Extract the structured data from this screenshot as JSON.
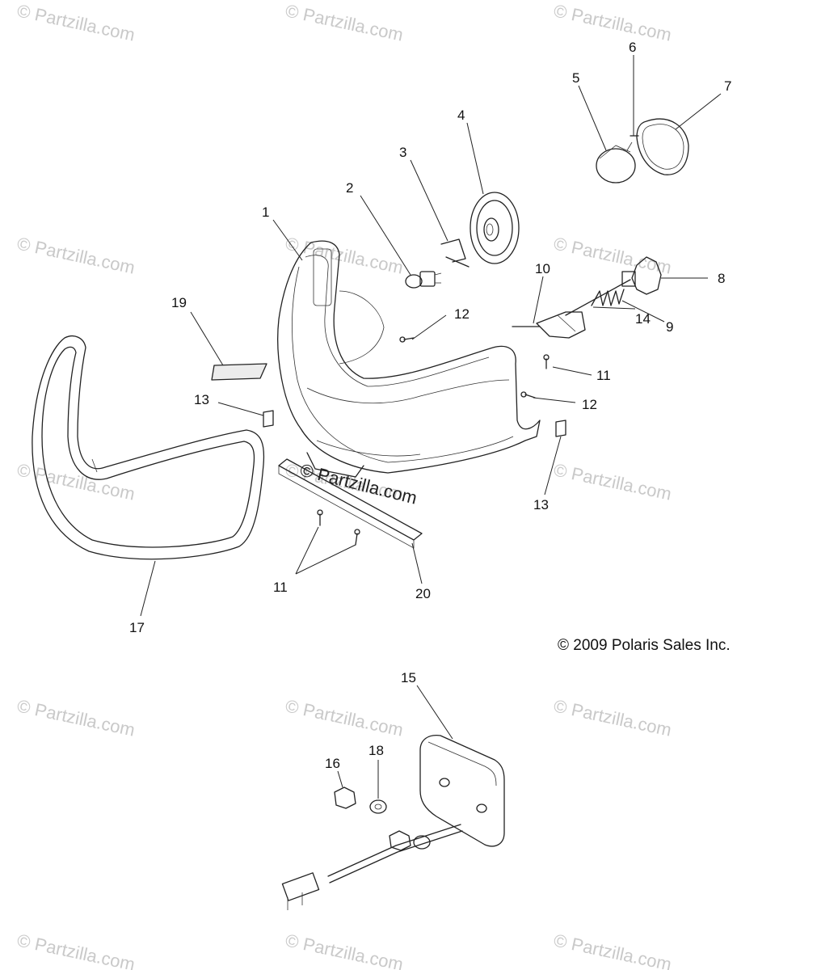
{
  "watermarks": [
    "© Partzilla.com",
    "© Partzilla.com",
    "© Partzilla.com",
    "© Partzilla.com",
    "© Partzilla.com",
    "© Partzilla.com",
    "© Partzilla.com",
    "© Partzilla.com",
    "© Partzilla.com",
    "© Partzilla.com",
    "© Partzilla.com",
    "© Partzilla.com",
    "© Partzilla.com",
    "© Partzilla.com",
    "© Partzilla.com"
  ],
  "center_watermark": "© Partzilla.com",
  "copyright": "© 2009 Polaris Sales Inc.",
  "callouts": [
    "1",
    "2",
    "3",
    "4",
    "5",
    "6",
    "7",
    "8",
    "9",
    "10",
    "11",
    "12",
    "13",
    "14",
    "11",
    "12",
    "13",
    "17",
    "19",
    "20",
    "15",
    "16",
    "18"
  ]
}
